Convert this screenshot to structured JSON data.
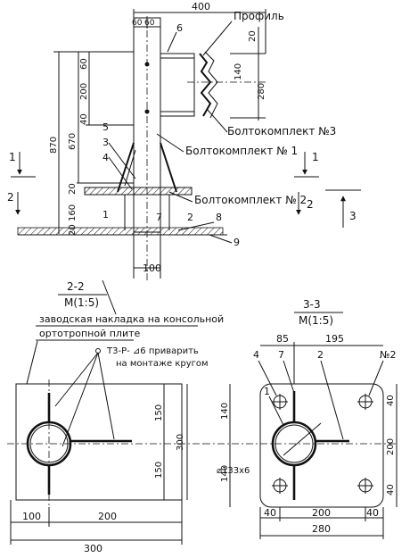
{
  "elevation": {
    "dims": {
      "top": "400",
      "left60a": "60",
      "left60b": "60",
      "v60": "60",
      "v200": "200",
      "v40": "40",
      "v670": "670",
      "v870": "870",
      "v20a": "20",
      "v20b": "20",
      "v160": "160",
      "v20c": "20",
      "v140": "140",
      "v280": "280",
      "bottom100": "100"
    },
    "labels": {
      "profile": "Профиль",
      "bolt3": "Болтокомплект №3",
      "bolt1": "Болтокомплект № 1",
      "bolt2": "Болтокомплект № 2"
    },
    "markers": {
      "m1": "1",
      "m2": "2",
      "m3": "3",
      "m4": "4",
      "m5": "5",
      "m6": "6",
      "m7": "7",
      "m8": "8",
      "m9": "9"
    },
    "sections": {
      "s1_left": "1",
      "s1_right": "1",
      "s2_left": "2",
      "s2_right": "2",
      "s3": "3"
    }
  },
  "section22": {
    "title": "2-2",
    "scale": "М(1:5)",
    "note1": "заводская накладка на консольной",
    "note2": "ортотропной плите",
    "weld1": "Т3-Р- ⊿6 приварить",
    "weld2": "на монтаже кругом",
    "dims": {
      "v150": "150",
      "v150b": "150",
      "v300": "300",
      "h100": "100",
      "h200": "200",
      "h300": "300"
    }
  },
  "section33": {
    "title": "3-3",
    "scale": "М(1:5)",
    "dims": {
      "h85": "85",
      "h195": "195",
      "v140a": "140",
      "v140b": "140",
      "v40a": "40",
      "v200": "200",
      "v40b": "40",
      "diameter": "⌀133х6",
      "b40a": "40",
      "b200": "200",
      "b40b": "40",
      "b280": "280"
    },
    "markers": {
      "m4": "4",
      "m7": "7",
      "m2": "2",
      "n2": "№2",
      "m1": "1"
    }
  }
}
